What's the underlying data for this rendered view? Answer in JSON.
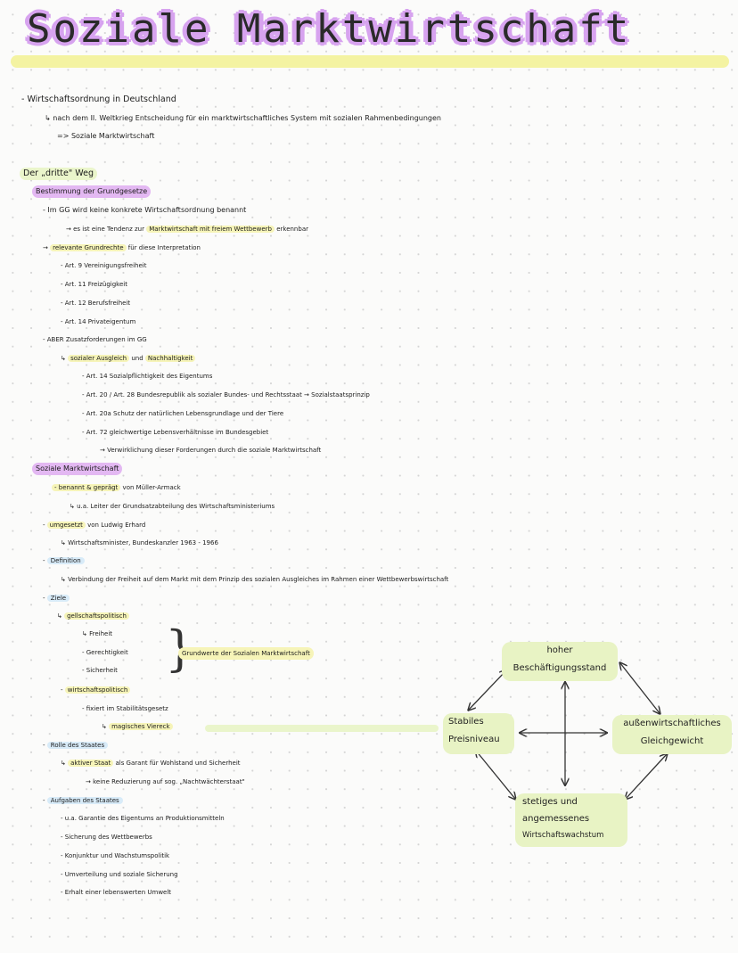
{
  "title": "Soziale Marktwirtschaft",
  "intro": {
    "line1": "- Wirtschaftsordnung in Deutschland",
    "line2_a": "↳ nach dem II. Weltkrieg Entscheidung für ein marktwirtschaftliches System mit sozialen Rahmenbedingungen",
    "line3": "=> Soziale Marktwirtschaft"
  },
  "section_weg": "Der „dritte\" Weg",
  "grundgesetz": {
    "heading": "Bestimmung der Grundgesetze",
    "l1": "- Im GG wird keine konkrete Wirtschaftsordnung benannt",
    "l2_a": "→ es ist eine Tendenz zur",
    "l2_hl": "Marktwirtschaft mit freiem Wettbewerb",
    "l2_b": "erkennbar",
    "l3_a": "→",
    "l3_hl": "relevante Grundrechte",
    "l3_b": "für diese Interpretation",
    "articles": [
      "- Art. 9   Vereinigungsfreiheit",
      "- Art. 11   Freizügigkeit",
      "- Art. 12   Berufsfreiheit",
      "- Art. 14   Privateigentum"
    ],
    "aber": "- ABER Zusatzforderungen im GG",
    "aber_sub_a": "↳",
    "aber_sub_hl1": "sozialer Ausgleich",
    "aber_sub_mid": "und",
    "aber_sub_hl2": "Nachhaltigkeit",
    "extra_articles": [
      "- Art. 14   Sozialpflichtigkeit des Eigentums",
      "- Art. 20 / Art. 28   Bundesrepublik als sozialer Bundes- und Rechtsstaat  → Sozialstaatsprinzip",
      "- Art. 20a   Schutz der natürlichen Lebensgrundlage und der Tiere",
      "- Art. 72   gleichwertige Lebensverhältnisse im Bundesgebiet"
    ],
    "verwirklichung": "→ Verwirklichung dieser Forderungen durch die soziale Marktwirtschaft"
  },
  "smw": {
    "heading": "Soziale Marktwirtschaft",
    "benannt_hl": "- benannt & geprägt",
    "benannt_b": "von Müller-Armack",
    "benannt_sub": "↳ u.a. Leiter der Grundsatzabteilung des Wirtschaftsministeriums",
    "umgesetzt_a": "-",
    "umgesetzt_hl": "umgesetzt",
    "umgesetzt_b": "von Ludwig Erhard",
    "umgesetzt_sub": "↳ Wirtschaftsminister, Bundeskanzler 1963 - 1966",
    "def_dash": "-",
    "def_label": "Definition",
    "def_text": "↳ Verbindung der Freiheit auf dem Markt mit dem Prinzip des sozialen Ausgleiches im Rahmen einer Wettbewerbswirtschaft",
    "ziele_dash": "-",
    "ziele_label": "Ziele",
    "ges_a": "↳",
    "ges_hl": "gellschaftspolitisch",
    "ges_items": [
      "↳ Freiheit",
      "- Gerechtigkeit",
      "- Sicherheit"
    ],
    "brace_glyph": "}",
    "grundwerte": "Grundwerte der Sozialen Marktwirtschaft",
    "wirt_a": "-",
    "wirt_hl": "wirtschaftspolitisch",
    "fixiert": "- fixiert im Stabilitätsgesetz",
    "magisch_a": "↳",
    "magisch_hl": "magisches Viereck",
    "rolle_dash": "-",
    "rolle_label": "Rolle des Staates",
    "rolle_a": "↳",
    "rolle_hl": "aktiver Staat",
    "rolle_b": "als Garant für Wohlstand und Sicherheit",
    "rolle_sub": "→ keine Reduzierung auf sog. „Nachtwächterstaat\"",
    "aufgaben_dash": "-",
    "aufgaben_label": "Aufgaben des Staates",
    "aufgaben_items": [
      "- u.a. Garantie des Eigentums an Produktionsmitteln",
      "- Sicherung des Wettbewerbs",
      "- Konjunktur und Wachstumspolitik",
      "- Umverteilung und soziale Sicherung",
      "- Erhalt einer lebenswerten Umwelt"
    ]
  },
  "viereck": {
    "top_l1": "hoher",
    "top_l2": "Beschäftigungsstand",
    "left_l1": "Stabiles",
    "left_l2": "Preisniveau",
    "right_l1": "außenwirtschaftliches",
    "right_l2": "Gleichgewicht",
    "bottom_l1": "stetiges und",
    "bottom_l2": "angemessenes",
    "bottom_l3": "Wirtschaftswachstum"
  },
  "colors": {
    "purple": "#e3b8f2",
    "yellow": "#f6f4b8",
    "green": "#eaf5cb",
    "blue": "#d8ebf8"
  }
}
